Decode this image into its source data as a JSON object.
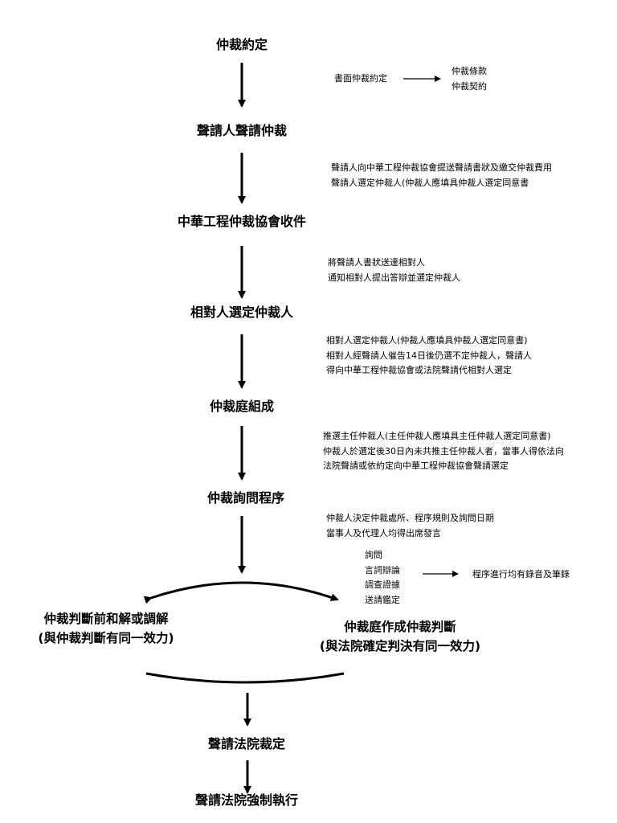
{
  "steps": {
    "s1": "仲裁約定",
    "s2": "聲請人聲請仲裁",
    "s3": "中華工程仲裁協會收件",
    "s4": "相對人選定仲裁人",
    "s5": "仲裁庭組成",
    "s6": "仲裁詢問程序",
    "s7": "聲請法院裁定",
    "s8": "聲請法院強制執行"
  },
  "notes": {
    "n1_left": "書面仲裁約定",
    "n1_right": [
      "仲裁條款",
      "仲裁契約"
    ],
    "n2": [
      "聲請人向中華工程仲裁協會提送聲請書狀及繳交仲裁費用",
      "聲請人選定仲裁人(仲裁人應填具仲裁人選定同意書"
    ],
    "n3": [
      "將聲請人書狀送達相對人",
      "通知相對人提出答辯並選定仲裁人"
    ],
    "n4": [
      "相對人選定仲裁人(仲裁人應填具仲裁人選定同意書)",
      "相對人經聲請人催告14日後仍選不定仲裁人，聲請人",
      "得向中華工程仲裁協會或法院聲請代相對人選定"
    ],
    "n5": [
      "推選主任仲裁人(主任仲裁人應填具主任仲裁人選定同意書)",
      "仲裁人於選定後30日內未共推主任仲裁人者，當事人得依法向",
      "法院聲請或依約定向中華工程仲裁協會聲請選定"
    ],
    "n6": [
      "仲裁人決定仲裁處所、程序規則及詢問日期",
      "當事人及代理人均得出席發言"
    ],
    "n7_left": [
      "詢問",
      "言詞辯論",
      "調查證據",
      "送請鑑定"
    ],
    "n7_right": "程序進行均有錄音及筆錄"
  },
  "outcomes": {
    "left": [
      "仲裁判斷前和解或調解",
      "(與仲裁判斷有同一效力)"
    ],
    "right": [
      "仲裁庭作成仲裁判斷",
      "(與法院確定判決有同一效力)"
    ]
  }
}
